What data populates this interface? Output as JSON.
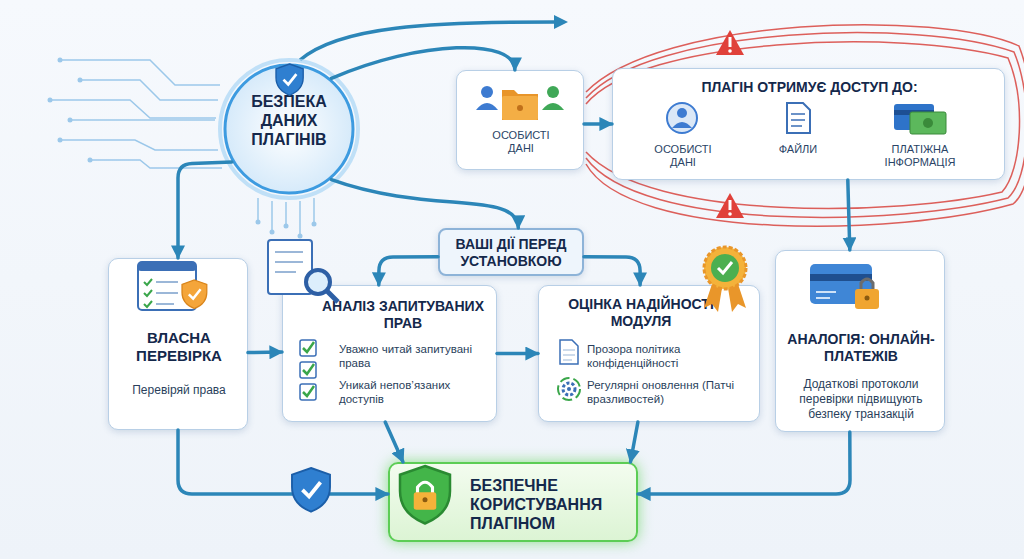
{
  "diagram": {
    "nodes": [
      {
        "text": [
          "БЕЗПЕКА ДАНИХ ПЛАГІНІВ"
        ]
      },
      {
        "text": [
          "ОСОБИСТІ ДАНІ"
        ]
      },
      {
        "text": [
          "ПЛАГІН ОТРИМУЄ ДОСТУП ДО:"
        ]
      },
      {
        "text": [
          "ОСОБИСТІ ДАНІ"
        ],
        "in": 2
      },
      {
        "text": [
          "ФАЙЛИ"
        ],
        "in": 2
      },
      {
        "text": [
          "ПЛАТІЖНА ІНФОРМАЦІЯ"
        ],
        "in": 2
      },
      {
        "text": [
          "ВАШІ ДІЇ ПЕРЕД УСТАНОВКОЮ"
        ]
      },
      {
        "text": [
          "ВЛАСНА ПЕРЕВІРКА",
          "Перевіряй права"
        ]
      },
      {
        "text": [
          "АНАЛІЗ ЗАПИТУВАНИХ ПРАВ",
          "Уважно читай запитувані права",
          "Уникай непов’язаних доступів"
        ]
      },
      {
        "text": [
          "ОЦІНКА НАДІЙНОСТІ МОДУЛЯ",
          "Прозора політика конфіденційності",
          "Регулярні оновлення (Патчі вразливостей)"
        ]
      },
      {
        "text": [
          "АНАЛОГІЯ: ОНЛАЙН-ПЛАТЕЖІВ",
          "Додаткові протоколи перевірки підвищують безпеку транзакцій"
        ]
      },
      {
        "text": [
          "БЕЗПЕЧНЕ КОРИСТУВАННЯ ПЛАГІНОМ"
        ]
      }
    ],
    "edges": [
      {
        "from": 0,
        "to": 1,
        "arrow": "to"
      },
      {
        "from": 1,
        "to": 2,
        "arrow": "to"
      },
      {
        "from": 0,
        "to": 6,
        "arrow": "to"
      },
      {
        "from": 0,
        "to": 7,
        "arrow": "to"
      },
      {
        "from": 6,
        "to": 8,
        "arrow": "to"
      },
      {
        "from": 6,
        "to": 9,
        "arrow": "to"
      },
      {
        "from": 7,
        "to": 8,
        "arrow": "to"
      },
      {
        "from": 8,
        "to": 9,
        "arrow": "to"
      },
      {
        "from": 2,
        "to": 10,
        "arrow": "to"
      },
      {
        "from": 7,
        "to": 11,
        "arrow": "to"
      },
      {
        "from": 8,
        "to": 11,
        "arrow": "to"
      },
      {
        "from": 9,
        "to": 11,
        "arrow": "to"
      },
      {
        "from": 10,
        "to": 11,
        "arrow": "to"
      }
    ]
  }
}
